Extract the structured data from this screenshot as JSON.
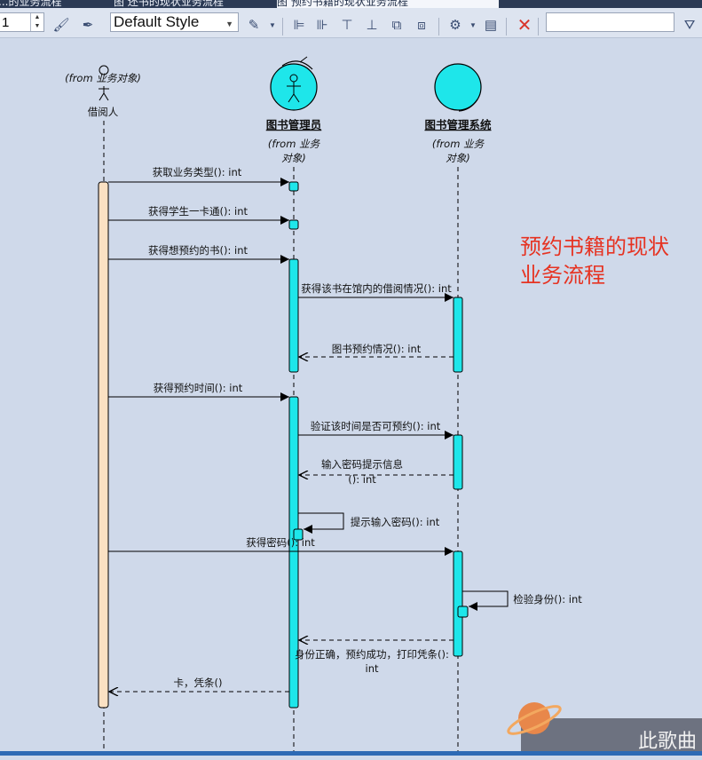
{
  "tabs": [
    {
      "label": "...的业务流程"
    },
    {
      "label": "图 还书的现状业务流程"
    },
    {
      "label": "图 预约书籍的现状业务流程"
    }
  ],
  "toolbar": {
    "number_value": "1",
    "style_select": "Default Style",
    "search_value": ""
  },
  "diagram": {
    "note": [
      "预约书籍的现状",
      "业务流程"
    ],
    "from_label": "(from 业务对象)",
    "from_label_split": [
      "(from 业务",
      "对象)"
    ],
    "lifelines": [
      {
        "name": "借阅人",
        "kind": "actor"
      },
      {
        "name": "图书管理员",
        "kind": "worker"
      },
      {
        "name": "图书管理系统",
        "kind": "entity"
      }
    ],
    "messages": [
      {
        "label": "获取业务类型(): int",
        "from": "借阅人",
        "to": "图书管理员",
        "style": "call"
      },
      {
        "label": "获得学生一卡通(): int",
        "from": "借阅人",
        "to": "图书管理员",
        "style": "call"
      },
      {
        "label": "获得想预约的书(): int",
        "from": "借阅人",
        "to": "图书管理员",
        "style": "call"
      },
      {
        "label": "获得该书在馆内的借阅情况(): int",
        "from": "图书管理员",
        "to": "图书管理系统",
        "style": "call"
      },
      {
        "label": "图书预约情况(): int",
        "from": "图书管理系统",
        "to": "图书管理员",
        "style": "return"
      },
      {
        "label": "获得预约时间(): int",
        "from": "借阅人",
        "to": "图书管理员",
        "style": "call"
      },
      {
        "label": "验证该时间是否可预约(): int",
        "from": "图书管理员",
        "to": "图书管理系统",
        "style": "call"
      },
      {
        "label": [
          "输入密码提示信息",
          "(): int"
        ],
        "from": "图书管理系统",
        "to": "图书管理员",
        "style": "return"
      },
      {
        "label": "提示输入密码(): int",
        "from": "图书管理员",
        "to": "图书管理员",
        "style": "self"
      },
      {
        "label": "获得密码(): int",
        "from": "借阅人",
        "to": "图书管理系统",
        "style": "call"
      },
      {
        "label": "检验身份(): int",
        "from": "图书管理系统",
        "to": "图书管理系统",
        "style": "self"
      },
      {
        "label": [
          "身份正确，预约成功，打印凭条():",
          "int"
        ],
        "from": "图书管理系统",
        "to": "图书管理员",
        "style": "return"
      },
      {
        "label": "卡，凭条()",
        "from": "图书管理员",
        "to": "借阅人",
        "style": "return"
      }
    ]
  },
  "colors": {
    "activation_actor": "#fbe1c3",
    "activation_object": "#1ee6ea",
    "note_text": "#e63322",
    "canvas_bg": "#cfd9ea"
  },
  "watermark": {
    "text": "此歌曲"
  }
}
